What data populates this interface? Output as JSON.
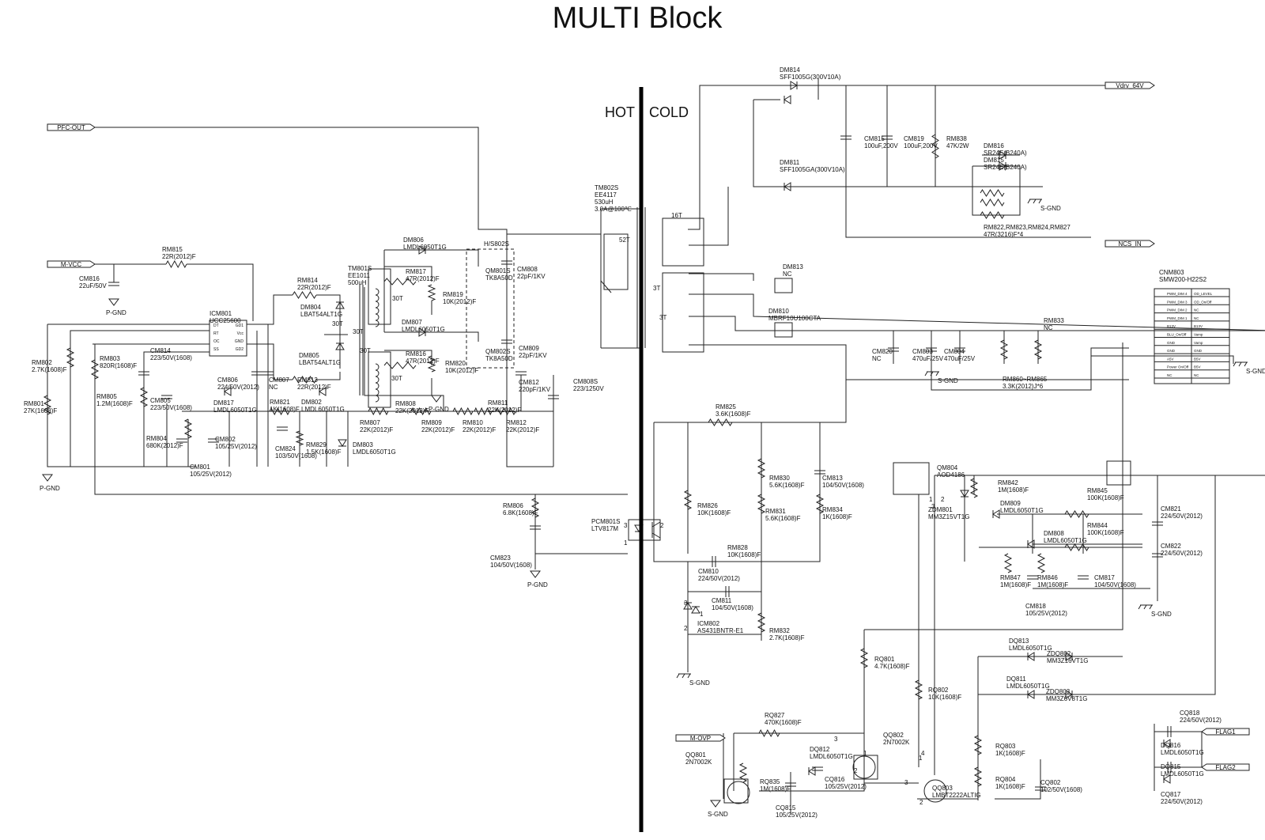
{
  "title": "MULTI Block",
  "hot_label": "HOT",
  "cold_label": "COLD",
  "ports": [
    {
      "name": "PFC-OUT"
    },
    {
      "name": "M-VCC"
    },
    {
      "name": "Vdrv_64V"
    },
    {
      "name": "NCS_IN"
    },
    {
      "name": "M-OVP"
    },
    {
      "name": "FLAG1"
    },
    {
      "name": "FLAG2"
    }
  ],
  "grounds": [
    "P-GND",
    "P-GND",
    "P-GND",
    "P-GND",
    "S-GND",
    "S-GND",
    "S-GND",
    "S-GND",
    "S-GND",
    "S-GND"
  ],
  "labels": [
    {
      "text": "CM816\n22uF/50V"
    },
    {
      "text": "RM815\n22R(2012)F"
    },
    {
      "text": "RM802\n2.7K(1608)F"
    },
    {
      "text": "RM801\n27K(1608)F"
    },
    {
      "text": "RM803\n820R(1608)F"
    },
    {
      "text": "ICM801\nUCC25600"
    },
    {
      "text": "CM814\n223/50V(1608)"
    },
    {
      "text": "RM805\n1.2M(1608)F"
    },
    {
      "text": "CM805\n223/50V(1608)"
    },
    {
      "text": "RM804\n680K(2012)F"
    },
    {
      "text": "CM801\n105/25V(2012)"
    },
    {
      "text": "CM802\n105/25V(2012)"
    },
    {
      "text": "DM817\nLMDL6050T1G"
    },
    {
      "text": "CM806\n224/50V(2012)"
    },
    {
      "text": "CM807\nNC"
    },
    {
      "text": "RM821\n1K(1608)F"
    },
    {
      "text": "DM802\nLMDL6050T1G"
    },
    {
      "text": "CM824\n103/50V(1608)"
    },
    {
      "text": "RM829\n1.5K(1608)F"
    },
    {
      "text": "DM803\nLMDL6050T1G"
    },
    {
      "text": "RM814\n22R(2012)F"
    },
    {
      "text": "DM804\nLBAT54ALT1G"
    },
    {
      "text": "DM805\nLBAT54ALT1G"
    },
    {
      "text": "RM813\n22R(2012)F"
    },
    {
      "text": "TM801S\nEE1011\n500uH"
    },
    {
      "text": "30T"
    },
    {
      "text": "30T"
    },
    {
      "text": "30T"
    },
    {
      "text": "30T"
    },
    {
      "text": "30T"
    },
    {
      "text": "DM806\nLMDL6050T1G"
    },
    {
      "text": "RM817\n47R(2012)F"
    },
    {
      "text": "RM819\n10K(2012)F"
    },
    {
      "text": "DM807\nLMDL6050T1G"
    },
    {
      "text": "RM816\n47R(2012)F"
    },
    {
      "text": "RM820\n10K(2012)F"
    },
    {
      "text": "H/S802S"
    },
    {
      "text": "QM801S\nTK8A50D"
    },
    {
      "text": "QM802S\nTK8A50D"
    },
    {
      "text": "CM808\n22pF/1KV"
    },
    {
      "text": "CM809\n22pF/1KV"
    },
    {
      "text": "CM812\n220pF/1KV"
    },
    {
      "text": "CM808S\n223/1250V"
    },
    {
      "text": "RM808\n22K(2012)F"
    },
    {
      "text": "RM807\n22K(2012)F"
    },
    {
      "text": "RM809\n22K(2012)F"
    },
    {
      "text": "RM810\n22K(2012)F"
    },
    {
      "text": "RM811\n22K(2012)F"
    },
    {
      "text": "RM812\n22K(2012)F"
    },
    {
      "text": "TM802S\nEE4117\n530uH\n3.0A@100℃"
    },
    {
      "text": "52T"
    },
    {
      "text": "16T"
    },
    {
      "text": "3T"
    },
    {
      "text": "3T"
    },
    {
      "text": "RM806\n6.8K(1608)F"
    },
    {
      "text": "CM823\n104/50V(1608)"
    },
    {
      "text": "PCM801S\nLTV817M"
    },
    {
      "text": "DM814\nSFF1005G(300V10A)"
    },
    {
      "text": "DM811\nSFF1005GA(300V10A)"
    },
    {
      "text": "CM815\n100uF,200V"
    },
    {
      "text": "CM819\n100uF,200V"
    },
    {
      "text": "RM838\n47K/2W"
    },
    {
      "text": "DM816\nSR24E(B240A)"
    },
    {
      "text": "DM815\nSR24E(B240A)"
    },
    {
      "text": "RM822,RM823,RM824,RM827\n47R(3216)F*4"
    },
    {
      "text": "DM813\nNC"
    },
    {
      "text": "DM810\nMBRF10U100CTA"
    },
    {
      "text": "CM820\nNC"
    },
    {
      "text": "CM803\n470uF/25V"
    },
    {
      "text": "CM804\n470uF/25V"
    },
    {
      "text": "RM833\nNC"
    },
    {
      "text": "RM860~RM865\n3.3K(2012)J*6"
    },
    {
      "text": "CNM803\nSMW200-H22S2"
    },
    {
      "text": "RM825\n3.6K(1608)F"
    },
    {
      "text": "RM830\n5.6K(1608)F"
    },
    {
      "text": "CM813\n104/50V(1608)"
    },
    {
      "text": "RM826\n10K(1608)F"
    },
    {
      "text": "RM831\n5.6K(1608)F"
    },
    {
      "text": "RM834\n1K(1608)F"
    },
    {
      "text": "RM828\n10K(1608)F"
    },
    {
      "text": "CM810\n224/50V(2012)"
    },
    {
      "text": "CM811\n104/50V(1608)"
    },
    {
      "text": "ICM802\nAS431BNTR-E1"
    },
    {
      "text": "RM832\n2.7K(1608)F"
    },
    {
      "text": "QM804\nAOD4186"
    },
    {
      "text": "RM842\n1M(1608)F"
    },
    {
      "text": "ZDM801\nMM3Z15VT1G"
    },
    {
      "text": "DM809\nLMDL6050T1G"
    },
    {
      "text": "RM845\n100K(1608)F"
    },
    {
      "text": "DM808\nLMDL6050T1G"
    },
    {
      "text": "RM844\n100K(1608)F"
    },
    {
      "text": "CM821\n224/50V(2012)"
    },
    {
      "text": "CM822\n224/50V(2012)"
    },
    {
      "text": "RM847\n1M(1608)F"
    },
    {
      "text": "RM846\n1M(1608)F"
    },
    {
      "text": "CM817\n104/50V(1608)"
    },
    {
      "text": "CM818\n105/25V(2012)"
    },
    {
      "text": "DQ813\nLMDL6050T1G"
    },
    {
      "text": "ZDQ802\nMM3Z16VT1G"
    },
    {
      "text": "DQ811\nLMDL6050T1G"
    },
    {
      "text": "ZDQ803\nMM3Z6V8T1G"
    },
    {
      "text": "RQ801\n4.7K(1608)F"
    },
    {
      "text": "RQ802\n10K(1608)F"
    },
    {
      "text": "RQ827\n470K(1608)F"
    },
    {
      "text": "QQ802\n2N7002K"
    },
    {
      "text": "QQ801\n2N7002K"
    },
    {
      "text": "RQ835\n1M(1608)F"
    },
    {
      "text": "DQ812\nLMDL6050T1G"
    },
    {
      "text": "CQ816\n105/25V(2012)"
    },
    {
      "text": "CQ815\n105/25V(2012)"
    },
    {
      "text": "QQ803\nLMBT2222ALTIG"
    },
    {
      "text": "RQ803\n1K(1608)F"
    },
    {
      "text": "RQ804\n1K(1608)F"
    },
    {
      "text": "CQ802\n102/50V(1608)"
    },
    {
      "text": "CQ818\n224/50V(2012)"
    },
    {
      "text": "DQ816\nLMDL6050T1G"
    },
    {
      "text": "DQ815\nLMDL6050T1G"
    },
    {
      "text": "CQ817\n224/50V(2012)"
    }
  ],
  "ic_pins": {
    "icm801": [
      {
        "left": "DT",
        "right": "GD1"
      },
      {
        "left": "RT",
        "right": "Vcc"
      },
      {
        "left": "OC",
        "right": "GND"
      },
      {
        "left": "SS",
        "right": "GD2"
      }
    ],
    "cnm803_left": [
      "PWM_DIM 4",
      "PWM_DIM 3",
      "PWM_DIM 2",
      "PWM_DIM 1",
      "B13V",
      "BLU_On/Off",
      "GND",
      "GND",
      "A5V",
      "Power On/Off",
      "NC"
    ],
    "cnm803_right": [
      "OD_LEVEL",
      "OD_On/Off",
      "NC",
      "NC",
      "B13V",
      "Vamp",
      "Vamp",
      "GND",
      "B5V",
      "B5V",
      "NC"
    ]
  },
  "pin_numbers": [
    "3",
    "1",
    "2",
    "3",
    "1",
    "2",
    "4",
    "1",
    "3",
    "2",
    "1",
    "2",
    "3",
    "3",
    "2",
    "1"
  ]
}
